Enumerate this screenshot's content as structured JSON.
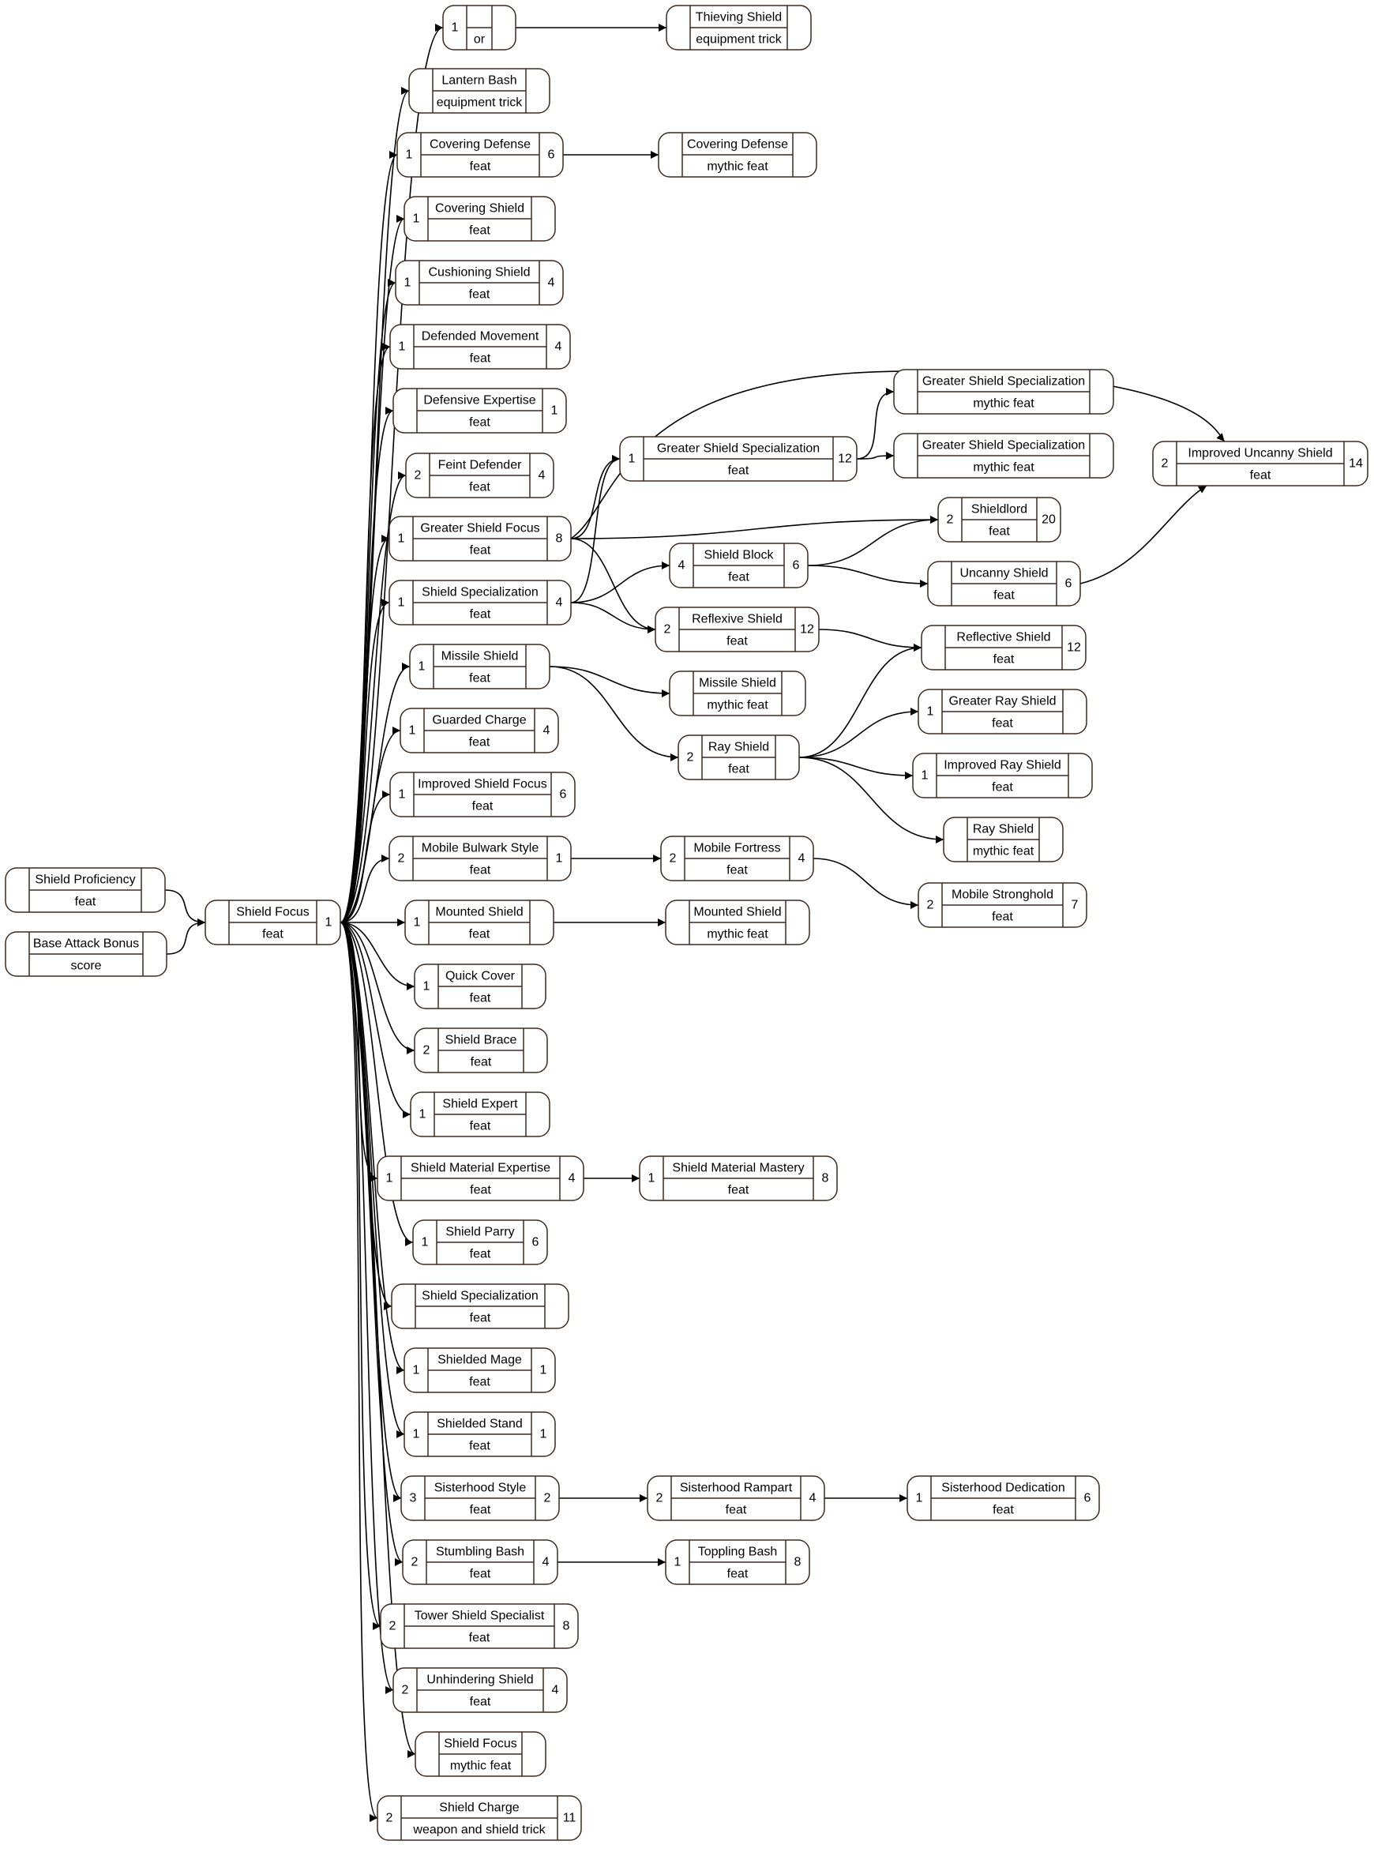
{
  "nodes": [
    {
      "id": "thieving_shield",
      "title": "Thieving Shield",
      "subtitle": "equipment trick",
      "left": "",
      "right": ""
    },
    {
      "id": "or_node",
      "title": "",
      "subtitle": "or",
      "left": "1",
      "right": ""
    },
    {
      "id": "lantern_bash",
      "title": "Lantern Bash",
      "subtitle": "equipment trick",
      "left": "",
      "right": ""
    },
    {
      "id": "covering_defense",
      "title": "Covering Defense",
      "subtitle": "feat",
      "left": "1",
      "right": "6"
    },
    {
      "id": "covering_defense_mythic",
      "title": "Covering Defense",
      "subtitle": "mythic feat",
      "left": "",
      "right": ""
    },
    {
      "id": "covering_shield",
      "title": "Covering Shield",
      "subtitle": "feat",
      "left": "1",
      "right": ""
    },
    {
      "id": "cushioning_shield",
      "title": "Cushioning Shield",
      "subtitle": "feat",
      "left": "1",
      "right": "4"
    },
    {
      "id": "defended_movement",
      "title": "Defended Movement",
      "subtitle": "feat",
      "left": "1",
      "right": "4"
    },
    {
      "id": "defensive_expertise",
      "title": "Defensive Expertise",
      "subtitle": "feat",
      "left": "",
      "right": "1"
    },
    {
      "id": "feint_defender",
      "title": "Feint Defender",
      "subtitle": "feat",
      "left": "2",
      "right": "4"
    },
    {
      "id": "greater_shield_focus",
      "title": "Greater Shield Focus",
      "subtitle": "feat",
      "left": "1",
      "right": "8"
    },
    {
      "id": "shield_specialization_4",
      "title": "Shield Specialization",
      "subtitle": "feat",
      "left": "1",
      "right": "4"
    },
    {
      "id": "missile_shield",
      "title": "Missile Shield",
      "subtitle": "feat",
      "left": "1",
      "right": ""
    },
    {
      "id": "guarded_charge",
      "title": "Guarded Charge",
      "subtitle": "feat",
      "left": "1",
      "right": "4"
    },
    {
      "id": "improved_shield_focus",
      "title": "Improved Shield Focus",
      "subtitle": "feat",
      "left": "1",
      "right": "6"
    },
    {
      "id": "mobile_bulwark_style",
      "title": "Mobile Bulwark Style",
      "subtitle": "feat",
      "left": "2",
      "right": "1"
    },
    {
      "id": "mounted_shield",
      "title": "Mounted Shield",
      "subtitle": "feat",
      "left": "1",
      "right": ""
    },
    {
      "id": "quick_cover",
      "title": "Quick Cover",
      "subtitle": "feat",
      "left": "1",
      "right": ""
    },
    {
      "id": "shield_brace",
      "title": "Shield Brace",
      "subtitle": "feat",
      "left": "2",
      "right": ""
    },
    {
      "id": "shield_expert",
      "title": "Shield Expert",
      "subtitle": "feat",
      "left": "1",
      "right": ""
    },
    {
      "id": "shield_material_expertise",
      "title": "Shield Material Expertise",
      "subtitle": "feat",
      "left": "1",
      "right": "4"
    },
    {
      "id": "shield_parry",
      "title": "Shield Parry",
      "subtitle": "feat",
      "left": "1",
      "right": "6"
    },
    {
      "id": "shield_specialization_plain",
      "title": "Shield Specialization",
      "subtitle": "feat",
      "left": "",
      "right": ""
    },
    {
      "id": "shielded_mage",
      "title": "Shielded Mage",
      "subtitle": "feat",
      "left": "1",
      "right": "1"
    },
    {
      "id": "shielded_stand",
      "title": "Shielded Stand",
      "subtitle": "feat",
      "left": "1",
      "right": "1"
    },
    {
      "id": "sisterhood_style",
      "title": "Sisterhood Style",
      "subtitle": "feat",
      "left": "3",
      "right": "2"
    },
    {
      "id": "stumbling_bash",
      "title": "Stumbling Bash",
      "subtitle": "feat",
      "left": "2",
      "right": "4"
    },
    {
      "id": "tower_shield_specialist",
      "title": "Tower Shield Specialist",
      "subtitle": "feat",
      "left": "2",
      "right": "8"
    },
    {
      "id": "unhindering_shield",
      "title": "Unhindering Shield",
      "subtitle": "feat",
      "left": "2",
      "right": "4"
    },
    {
      "id": "shield_focus_mythic",
      "title": "Shield Focus",
      "subtitle": "mythic feat",
      "left": "",
      "right": ""
    },
    {
      "id": "shield_charge",
      "title": "Shield Charge",
      "subtitle": "weapon and shield trick",
      "left": "2",
      "right": "11"
    },
    {
      "id": "shield_proficiency",
      "title": "Shield Proficiency",
      "subtitle": "feat",
      "left": "",
      "right": ""
    },
    {
      "id": "base_attack_bonus",
      "title": "Base Attack Bonus",
      "subtitle": "score",
      "left": "",
      "right": ""
    },
    {
      "id": "shield_focus",
      "title": "Shield Focus",
      "subtitle": "feat",
      "left": "",
      "right": "1"
    },
    {
      "id": "gss_mythic_a",
      "title": "Greater Shield Specialization",
      "subtitle": "mythic feat",
      "left": "",
      "right": ""
    },
    {
      "id": "greater_shield_specialization",
      "title": "Greater Shield Specialization",
      "subtitle": "feat",
      "left": "1",
      "right": "12"
    },
    {
      "id": "gss_mythic_b",
      "title": "Greater Shield Specialization",
      "subtitle": "mythic feat",
      "left": "",
      "right": ""
    },
    {
      "id": "improved_uncanny_shield",
      "title": "Improved Uncanny Shield",
      "subtitle": "feat",
      "left": "2",
      "right": "14"
    },
    {
      "id": "shieldlord",
      "title": "Shieldlord",
      "subtitle": "feat",
      "left": "2",
      "right": "20"
    },
    {
      "id": "shield_block",
      "title": "Shield Block",
      "subtitle": "feat",
      "left": "4",
      "right": "6"
    },
    {
      "id": "uncanny_shield",
      "title": "Uncanny Shield",
      "subtitle": "feat",
      "left": "",
      "right": "6"
    },
    {
      "id": "reflexive_shield",
      "title": "Reflexive Shield",
      "subtitle": "feat",
      "left": "2",
      "right": "12"
    },
    {
      "id": "reflective_shield",
      "title": "Reflective Shield",
      "subtitle": "feat",
      "left": "",
      "right": "12"
    },
    {
      "id": "missile_shield_mythic",
      "title": "Missile Shield",
      "subtitle": "mythic feat",
      "left": "",
      "right": ""
    },
    {
      "id": "ray_shield",
      "title": "Ray Shield",
      "subtitle": "feat",
      "left": "2",
      "right": ""
    },
    {
      "id": "greater_ray_shield",
      "title": "Greater Ray Shield",
      "subtitle": "feat",
      "left": "1",
      "right": ""
    },
    {
      "id": "improved_ray_shield",
      "title": "Improved Ray Shield",
      "subtitle": "feat",
      "left": "1",
      "right": ""
    },
    {
      "id": "ray_shield_mythic",
      "title": "Ray Shield",
      "subtitle": "mythic feat",
      "left": "",
      "right": ""
    },
    {
      "id": "mobile_fortress",
      "title": "Mobile Fortress",
      "subtitle": "feat",
      "left": "2",
      "right": "4"
    },
    {
      "id": "mobile_stronghold",
      "title": "Mobile Stronghold",
      "subtitle": "feat",
      "left": "2",
      "right": "7"
    },
    {
      "id": "mounted_shield_mythic",
      "title": "Mounted Shield",
      "subtitle": "mythic feat",
      "left": "",
      "right": ""
    },
    {
      "id": "shield_material_mastery",
      "title": "Shield Material Mastery",
      "subtitle": "feat",
      "left": "1",
      "right": "8"
    },
    {
      "id": "sisterhood_rampart",
      "title": "Sisterhood Rampart",
      "subtitle": "feat",
      "left": "2",
      "right": "4"
    },
    {
      "id": "sisterhood_dedication",
      "title": "Sisterhood Dedication",
      "subtitle": "feat",
      "left": "1",
      "right": "6"
    },
    {
      "id": "toppling_bash",
      "title": "Toppling Bash",
      "subtitle": "feat",
      "left": "1",
      "right": "8"
    }
  ],
  "edges": [
    [
      "shield_proficiency",
      "shield_focus"
    ],
    [
      "base_attack_bonus",
      "shield_focus"
    ],
    [
      "shield_focus",
      "or_node"
    ],
    [
      "shield_focus",
      "lantern_bash"
    ],
    [
      "shield_focus",
      "covering_defense"
    ],
    [
      "shield_focus",
      "covering_shield"
    ],
    [
      "shield_focus",
      "cushioning_shield"
    ],
    [
      "shield_focus",
      "defended_movement"
    ],
    [
      "shield_focus",
      "defensive_expertise"
    ],
    [
      "shield_focus",
      "feint_defender"
    ],
    [
      "shield_focus",
      "greater_shield_focus"
    ],
    [
      "shield_focus",
      "shield_specialization_4"
    ],
    [
      "shield_focus",
      "missile_shield"
    ],
    [
      "shield_focus",
      "guarded_charge"
    ],
    [
      "shield_focus",
      "improved_shield_focus"
    ],
    [
      "shield_focus",
      "mobile_bulwark_style"
    ],
    [
      "shield_focus",
      "mounted_shield"
    ],
    [
      "shield_focus",
      "quick_cover"
    ],
    [
      "shield_focus",
      "shield_brace"
    ],
    [
      "shield_focus",
      "shield_expert"
    ],
    [
      "shield_focus",
      "shield_material_expertise"
    ],
    [
      "shield_focus",
      "shield_parry"
    ],
    [
      "shield_focus",
      "shield_specialization_plain"
    ],
    [
      "shield_focus",
      "shielded_mage"
    ],
    [
      "shield_focus",
      "shielded_stand"
    ],
    [
      "shield_focus",
      "sisterhood_style"
    ],
    [
      "shield_focus",
      "stumbling_bash"
    ],
    [
      "shield_focus",
      "tower_shield_specialist"
    ],
    [
      "shield_focus",
      "unhindering_shield"
    ],
    [
      "shield_focus",
      "shield_focus_mythic"
    ],
    [
      "shield_focus",
      "shield_charge"
    ],
    [
      "or_node",
      "thieving_shield"
    ],
    [
      "covering_defense",
      "covering_defense_mythic"
    ],
    [
      "greater_shield_focus",
      "improved_uncanny_shield"
    ],
    [
      "greater_shield_focus",
      "greater_shield_specialization"
    ],
    [
      "greater_shield_focus",
      "shieldlord"
    ],
    [
      "greater_shield_focus",
      "reflexive_shield"
    ],
    [
      "shield_specialization_4",
      "greater_shield_specialization"
    ],
    [
      "shield_specialization_4",
      "shield_block"
    ],
    [
      "shield_specialization_4",
      "reflexive_shield"
    ],
    [
      "greater_shield_specialization",
      "gss_mythic_a"
    ],
    [
      "greater_shield_specialization",
      "gss_mythic_b"
    ],
    [
      "shield_block",
      "shieldlord"
    ],
    [
      "shield_block",
      "uncanny_shield"
    ],
    [
      "uncanny_shield",
      "improved_uncanny_shield"
    ],
    [
      "reflexive_shield",
      "reflective_shield"
    ],
    [
      "missile_shield",
      "missile_shield_mythic"
    ],
    [
      "missile_shield",
      "ray_shield"
    ],
    [
      "ray_shield",
      "reflective_shield"
    ],
    [
      "ray_shield",
      "greater_ray_shield"
    ],
    [
      "ray_shield",
      "improved_ray_shield"
    ],
    [
      "ray_shield",
      "ray_shield_mythic"
    ],
    [
      "mobile_bulwark_style",
      "mobile_fortress"
    ],
    [
      "mobile_fortress",
      "mobile_stronghold"
    ],
    [
      "mounted_shield",
      "mounted_shield_mythic"
    ],
    [
      "shield_material_expertise",
      "shield_material_mastery"
    ],
    [
      "sisterhood_style",
      "sisterhood_rampart"
    ],
    [
      "sisterhood_rampart",
      "sisterhood_dedication"
    ],
    [
      "stumbling_bash",
      "toppling_bash"
    ]
  ]
}
